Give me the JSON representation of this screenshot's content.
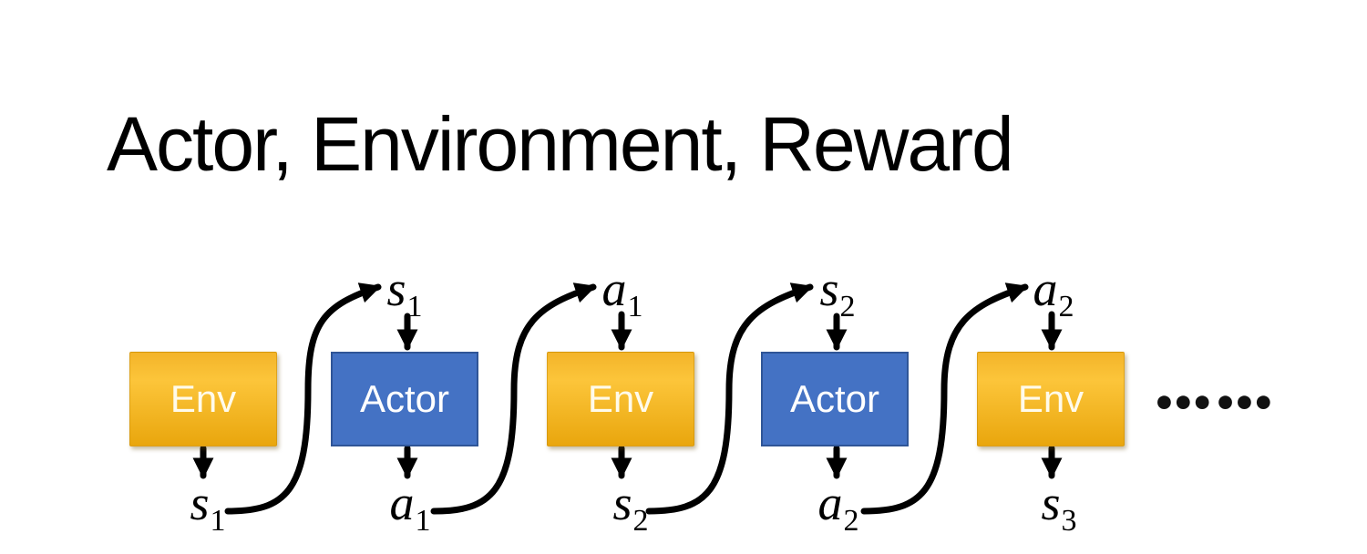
{
  "title": "Actor, Environment, Reward",
  "boxes": [
    {
      "label": "Env",
      "type": "env"
    },
    {
      "label": "Actor",
      "type": "actor"
    },
    {
      "label": "Env",
      "type": "env"
    },
    {
      "label": "Actor",
      "type": "actor"
    },
    {
      "label": "Env",
      "type": "env"
    }
  ],
  "top_labels": [
    {
      "base": "s",
      "sub": "1"
    },
    {
      "base": "a",
      "sub": "1"
    },
    {
      "base": "s",
      "sub": "2"
    },
    {
      "base": "a",
      "sub": "2"
    }
  ],
  "bottom_labels": [
    {
      "base": "s",
      "sub": "1"
    },
    {
      "base": "a",
      "sub": "1"
    },
    {
      "base": "s",
      "sub": "2"
    },
    {
      "base": "a",
      "sub": "2"
    },
    {
      "base": "s",
      "sub": "3"
    }
  ],
  "ellipsis": "••• •••",
  "colors": {
    "env_gradient_top": "#F3B42A",
    "env_gradient_mid": "#FCC53A",
    "env_gradient_bottom": "#E9A60D",
    "env_text": "#FFFBEB",
    "actor_fill": "#4472C4",
    "actor_border": "#2F5597",
    "actor_text": "#FFFFFF",
    "arrow": "#000000",
    "title_color": "#000000",
    "background": "#FFFFFF"
  }
}
